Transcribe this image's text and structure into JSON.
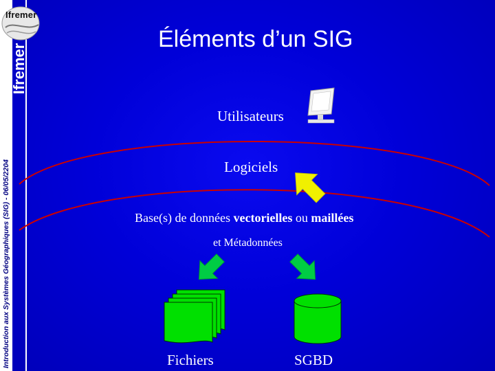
{
  "brand": {
    "logo_text": "Ifremer",
    "vertical_logo_text": "Ifremer"
  },
  "sidebar": {
    "vertical_text": "Introduction aux Systèmes Géographiques (SIG) - 06/05/2204"
  },
  "slide": {
    "title": "Éléments d’un SIG",
    "users_label": "Utilisateurs",
    "software_label": "Logiciels",
    "db_prefix": "Base(s) de données ",
    "db_vector": "vectorielles",
    "db_or": " ou ",
    "db_raster": "maillées",
    "metadata_label": "et Métadonnées",
    "files_label": "Fichiers",
    "dbms_label": "SGBD"
  },
  "icons": {
    "users": "monitor-icon",
    "software_arrow": "yellow-arrow-icon",
    "left_arrow": "green-arrow-icon",
    "right_arrow": "green-arrow-icon",
    "files": "stacked-pages-icon",
    "dbms": "database-cylinder-icon"
  },
  "colors": {
    "background": "#0000d8",
    "arc": "#cc0000",
    "arrow_yellow": "#f0f000",
    "arrow_green": "#00cc44",
    "shape_green": "#00e000",
    "text": "#ffffff"
  }
}
